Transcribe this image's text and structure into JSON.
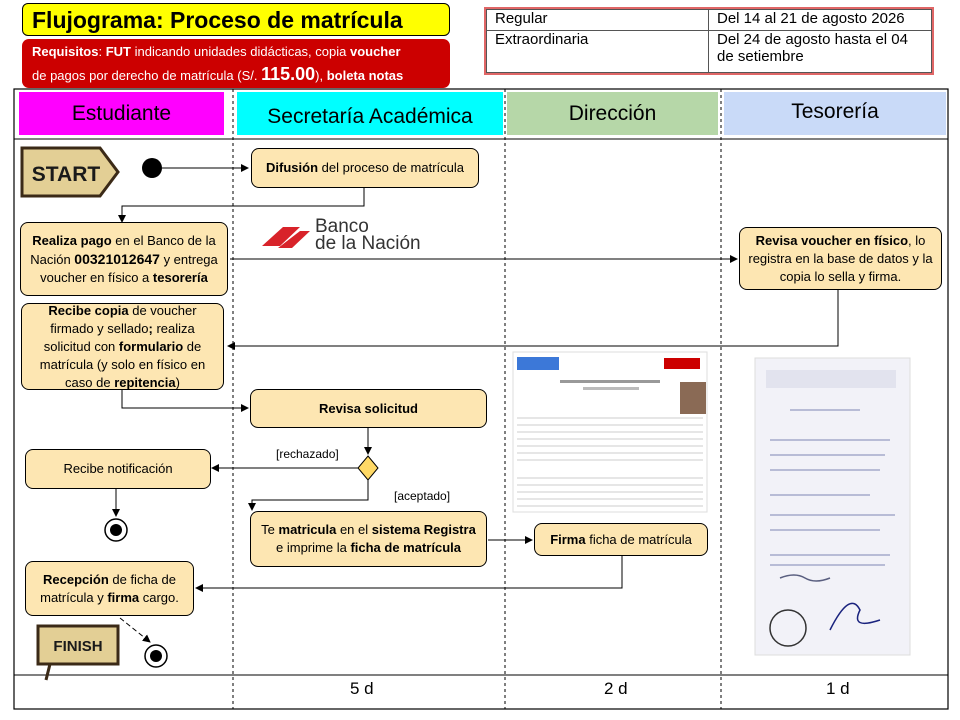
{
  "title": "Flujograma: Proceso de matrícula",
  "requirements": {
    "l1_a": "Requisitos",
    "l1_b": ": ",
    "l1_c": "FUT",
    "l1_d": " indicando unidades didácticas, copia ",
    "l1_e": "voucher",
    "l2_a": "de pagos por derecho de matrícula (S/. ",
    "l2_b": "115.00",
    "l2_c": "), ",
    "l2_d": "boleta notas"
  },
  "schedule": [
    {
      "type": "Regular",
      "dates": "Del 14 al 21 de agosto 2026"
    },
    {
      "type": "Extraordinaria",
      "dates": "Del 24 de agosto hasta el 04 de setiembre"
    }
  ],
  "lanes": [
    "Estudiante",
    "Secretaría Académica",
    "Dirección",
    "Tesorería"
  ],
  "lane_colors": [
    "#ff00ff",
    "#00ffff",
    "#b6d7a8",
    "#c9daf8"
  ],
  "node_color": "#fde6b2",
  "nodes": {
    "difusion_a": "Difusión",
    "difusion_b": " del proceso de matrícula",
    "pago_a": "Realiza pago",
    "pago_b": " en el Banco de la Nación ",
    "pago_c": "00321012647",
    "pago_d": " y entrega voucher en físico a ",
    "pago_e": "tesorería",
    "revisa_voucher_a": "Revisa voucher en físico",
    "revisa_voucher_b": ", lo registra en la base de datos y la copia lo sella y firma.",
    "recibe_copia_a": "Recibe copia",
    "recibe_copia_b": " de voucher firmado y sellado",
    "recibe_copia_c": ";",
    "recibe_copia_d": " realiza solicitud con ",
    "recibe_copia_e": "formulario",
    "recibe_copia_f": " de matrícula (y solo en físico en caso de ",
    "recibe_copia_g": "repitencia",
    "recibe_copia_h": ")",
    "revisa_solicitud": "Revisa solicitud",
    "notificacion": "Recibe notificación",
    "matricula_a": "Te ",
    "matricula_b": "matricula",
    "matricula_c": " en el ",
    "matricula_d": "sistema Registra",
    "matricula_e": " e imprime la ",
    "matricula_f": "ficha de matrícula",
    "firma_a": "Firma",
    "firma_b": " ficha de matrícula",
    "recepcion_a": "Recepción",
    "recepcion_b": " de ficha de matrícula y ",
    "recepcion_c": "firma",
    "recepcion_d": " cargo."
  },
  "decision_labels": {
    "rechazado": "[rechazado]",
    "aceptado": "[aceptado]"
  },
  "bank": {
    "line1": "Banco",
    "line2": "de la Nación"
  },
  "start_sign": "START",
  "finish_sign": "FINISH",
  "durations": [
    "5 d",
    "2 d",
    "1 d"
  ]
}
